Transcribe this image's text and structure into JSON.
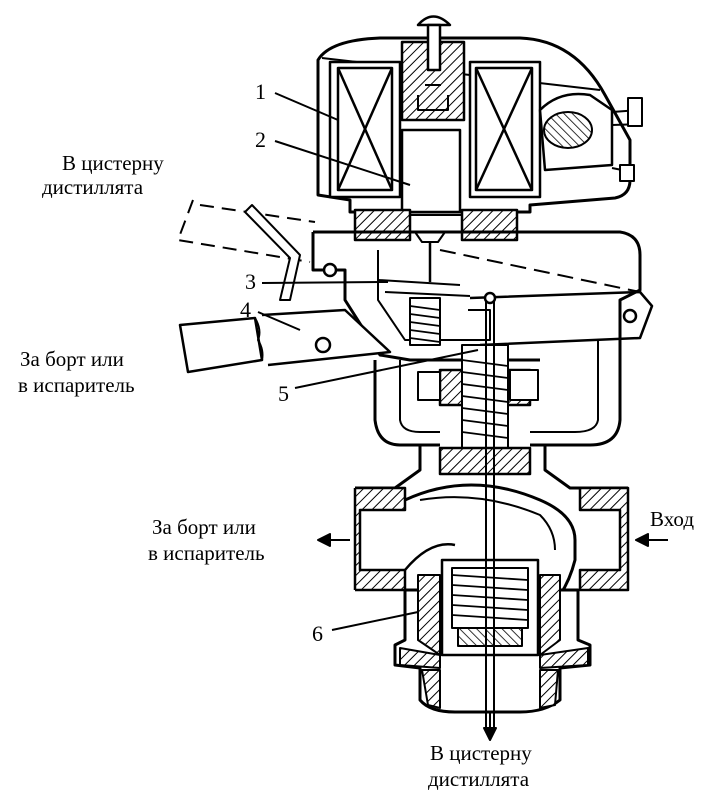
{
  "labels": {
    "top_left_line1": "В цистерну",
    "top_left_line2": "дистиллята",
    "left_mid_line1": "За борт или",
    "left_mid_line2": "в испаритель",
    "left_low_line1": "За борт или",
    "left_low_line2": "в испаритель",
    "inlet": "Вход",
    "bottom_line1": "В цистерну",
    "bottom_line2": "дистиллята"
  },
  "callouts": [
    "1",
    "2",
    "3",
    "4",
    "5",
    "6"
  ]
}
